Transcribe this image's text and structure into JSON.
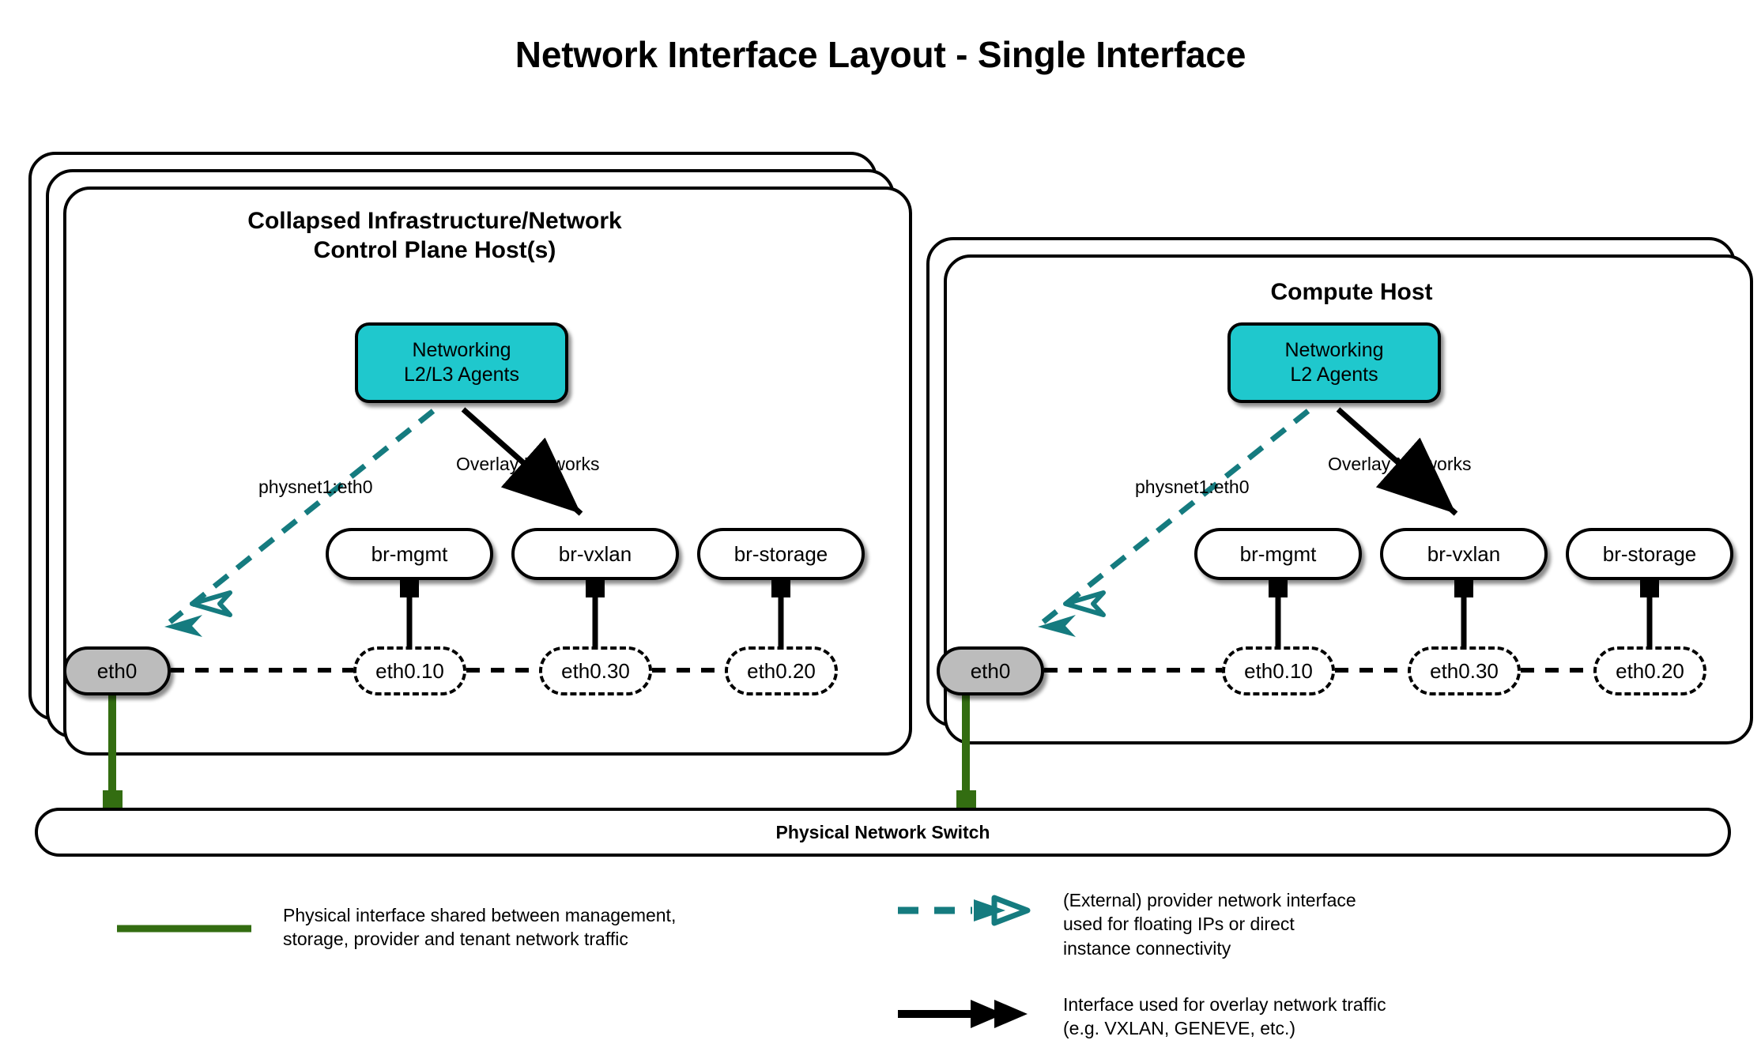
{
  "title": "Network Interface Layout - Single Interface",
  "hosts": [
    {
      "id": "control-plane",
      "title": "Collapsed Infrastructure/Network\nControl Plane Host(s)",
      "title_line1": "Collapsed Infrastructure/Network",
      "title_line2": "Control Plane Host(s)",
      "stack_layers": 3,
      "agent_label_line1": "Networking",
      "agent_label_line2": "L2/L3 Agents",
      "provider_edge_label": "physnet1:eth0",
      "overlay_edge_label": "Overlay Networks",
      "nic": "eth0",
      "bridges": [
        {
          "bridge": "br-mgmt",
          "vlan": "eth0.10"
        },
        {
          "bridge": "br-vxlan",
          "vlan": "eth0.30"
        },
        {
          "bridge": "br-storage",
          "vlan": "eth0.20"
        }
      ]
    },
    {
      "id": "compute",
      "title": "Compute Host",
      "title_line1": "Compute Host",
      "title_line2": "",
      "stack_layers": 2,
      "agent_label_line1": "Networking",
      "agent_label_line2": "L2 Agents",
      "provider_edge_label": "physnet1:eth0",
      "overlay_edge_label": "Overlay Networks",
      "nic": "eth0",
      "bridges": [
        {
          "bridge": "br-mgmt",
          "vlan": "eth0.10"
        },
        {
          "bridge": "br-vxlan",
          "vlan": "eth0.30"
        },
        {
          "bridge": "br-storage",
          "vlan": "eth0.20"
        }
      ]
    }
  ],
  "switch": {
    "label": "Physical Network Switch"
  },
  "legend": [
    {
      "id": "physical",
      "style": "solid-green-line",
      "text": "Physical interface shared between management,\nstorage, provider and tenant network traffic"
    },
    {
      "id": "provider",
      "style": "dashed-teal-double-arrow",
      "text": "(External) provider network interface\nused for floating IPs or direct\ninstance connectivity"
    },
    {
      "id": "overlay",
      "style": "solid-black-double-arrow",
      "text": "Interface used for overlay network traffic\n(e.g. VXLAN, GENEVE, etc.)"
    }
  ],
  "colors": {
    "agent_fill": "#1fc8cd",
    "nic_fill": "#bcbcbc",
    "physical_link": "#336d11",
    "provider_link": "#157b7f",
    "overlay_link": "#000000",
    "stroke": "#000000",
    "background": "#ffffff"
  }
}
